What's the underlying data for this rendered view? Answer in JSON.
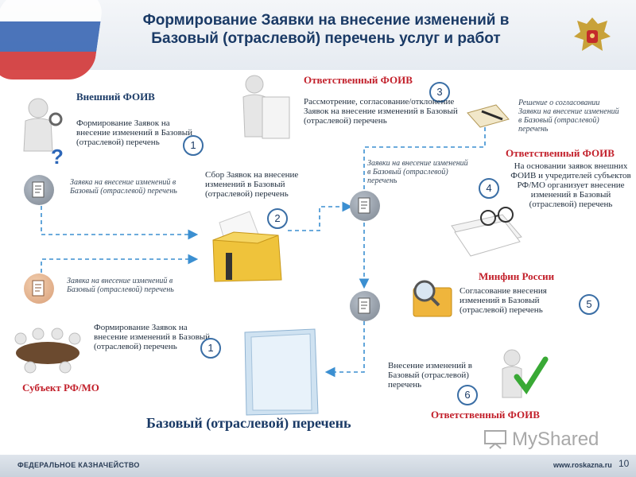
{
  "header": {
    "title_line1": "Формирование Заявки на внесение изменений в",
    "title_line2": "Базовый (отраслевой) перечень услуг и работ"
  },
  "steps": {
    "external_foiv": {
      "title": "Внешний ФОИВ",
      "text": "Формирование Заявок на внесение изменений в Базовый (отраслевой) перечень",
      "num": "1"
    },
    "app_note_1": "Заявка на внесение изменений в Базовый (отраслевой) перечень",
    "collect": {
      "text": "Сбор Заявок на внесение изменений в Базовый (отраслевой) перечень",
      "num": "2"
    },
    "responsible_3": {
      "title": "Ответственный ФОИВ",
      "text": "Рассмотрение, согласование/отклонение Заявок на внесение изменений в Базовый (отраслевой) перечень",
      "num": "3"
    },
    "decision_note": "Решение о согласовании Заявки на внесение изменений в Базовый (отраслевой) перечень",
    "apps_note": "Заявки на внесение изменений в Базовый (отраслевой) перечень",
    "responsible_4": {
      "title": "Ответственный ФОИВ",
      "text": "На основании заявок внешних ФОИВ и учредителей субъектов РФ/МО организует внесение изменений в Базовый (отраслевой) перечень",
      "num": "4"
    },
    "app_note_2": "Заявка на внесение изменений в Базовый (отраслевой) перечень",
    "minfin": {
      "title": "Минфин России",
      "text": "Согласование внесения изменений в Базовый (отраслевой) перечень",
      "num": "5"
    },
    "subject": {
      "title": "Субъект РФ/МО",
      "text": "Формирование Заявок на внесение изменений в Базовый (отраслевой) перечень",
      "num": "1"
    },
    "apply": {
      "text": "Внесение изменений в Базовый (отраслевой) перечень",
      "num": "6",
      "title": "Ответственный ФОИВ"
    },
    "base_list": "Базовый (отраслевой) перечень"
  },
  "footer": {
    "left": "ФЕДЕРАЛЬНОЕ КАЗНАЧЕЙСТВО",
    "right": "www.roskazna.ru",
    "page": "10"
  },
  "watermark": "MyShared",
  "colors": {
    "accent": "#1a3a66",
    "red": "#c21f2a",
    "arrow": "#3b8fd1"
  }
}
